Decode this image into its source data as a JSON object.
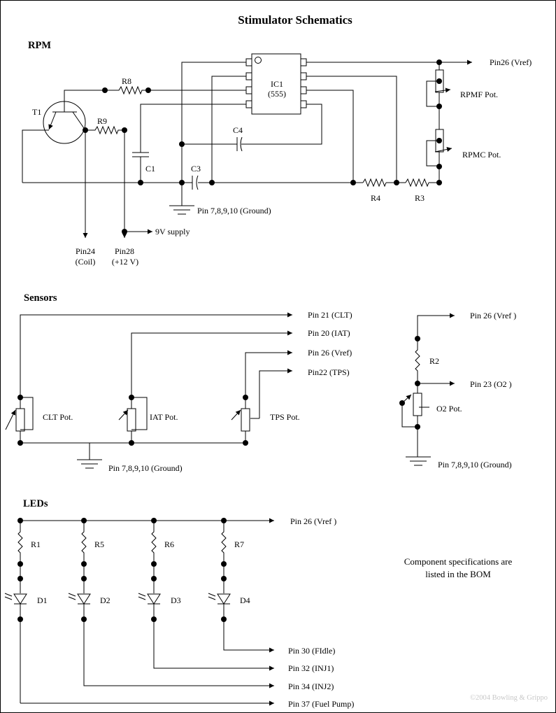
{
  "title": "Stimulator Schematics",
  "copyright": "©2004 Bowling & Grippo",
  "note": [
    "Component specifications are",
    "listed in the BOM"
  ],
  "rpm": {
    "section": "RPM",
    "ic_name": "IC1",
    "ic_type": "(555)",
    "t1": "T1",
    "r8": "R8",
    "r9": "R9",
    "c1": "C1",
    "c3": "C3",
    "c4": "C4",
    "r4": "R4",
    "r3": "R3",
    "rpmf": "RPMF Pot.",
    "rpmc": "RPMC Pot.",
    "pin26": "Pin26 (Vref)",
    "ground": "Pin 7,8,9,10 (Ground)",
    "supply": "9V supply",
    "pin24_a": "Pin24",
    "pin24_b": "(Coil)",
    "pin28_a": "Pin28",
    "pin28_b": "(+12 V)"
  },
  "sensors": {
    "section": "Sensors",
    "pin21": "Pin 21 (CLT)",
    "pin20": "Pin 20 (IAT)",
    "pin26": "Pin 26 (Vref)",
    "pin22": "Pin22 (TPS)",
    "clt": "CLT Pot.",
    "iat": "IAT Pot.",
    "tps": "TPS Pot.",
    "ground": "Pin 7,8,9,10 (Ground)",
    "o2_vref": "Pin 26 (Vref )",
    "r2": "R2",
    "pin23": "Pin 23 (O2 )",
    "o2pot": "O2 Pot.",
    "o2_ground": "Pin 7,8,9,10 (Ground)"
  },
  "leds": {
    "section": "LEDs",
    "vref": "Pin 26 (Vref )",
    "r1": "R1",
    "r5": "R5",
    "r6": "R6",
    "r7": "R7",
    "d1": "D1",
    "d2": "D2",
    "d3": "D3",
    "d4": "D4",
    "pin30": "Pin 30 (FIdle)",
    "pin32": "Pin 32 (INJ1)",
    "pin34": "Pin 34 (INJ2)",
    "pin37": "Pin 37 (Fuel Pump)"
  }
}
